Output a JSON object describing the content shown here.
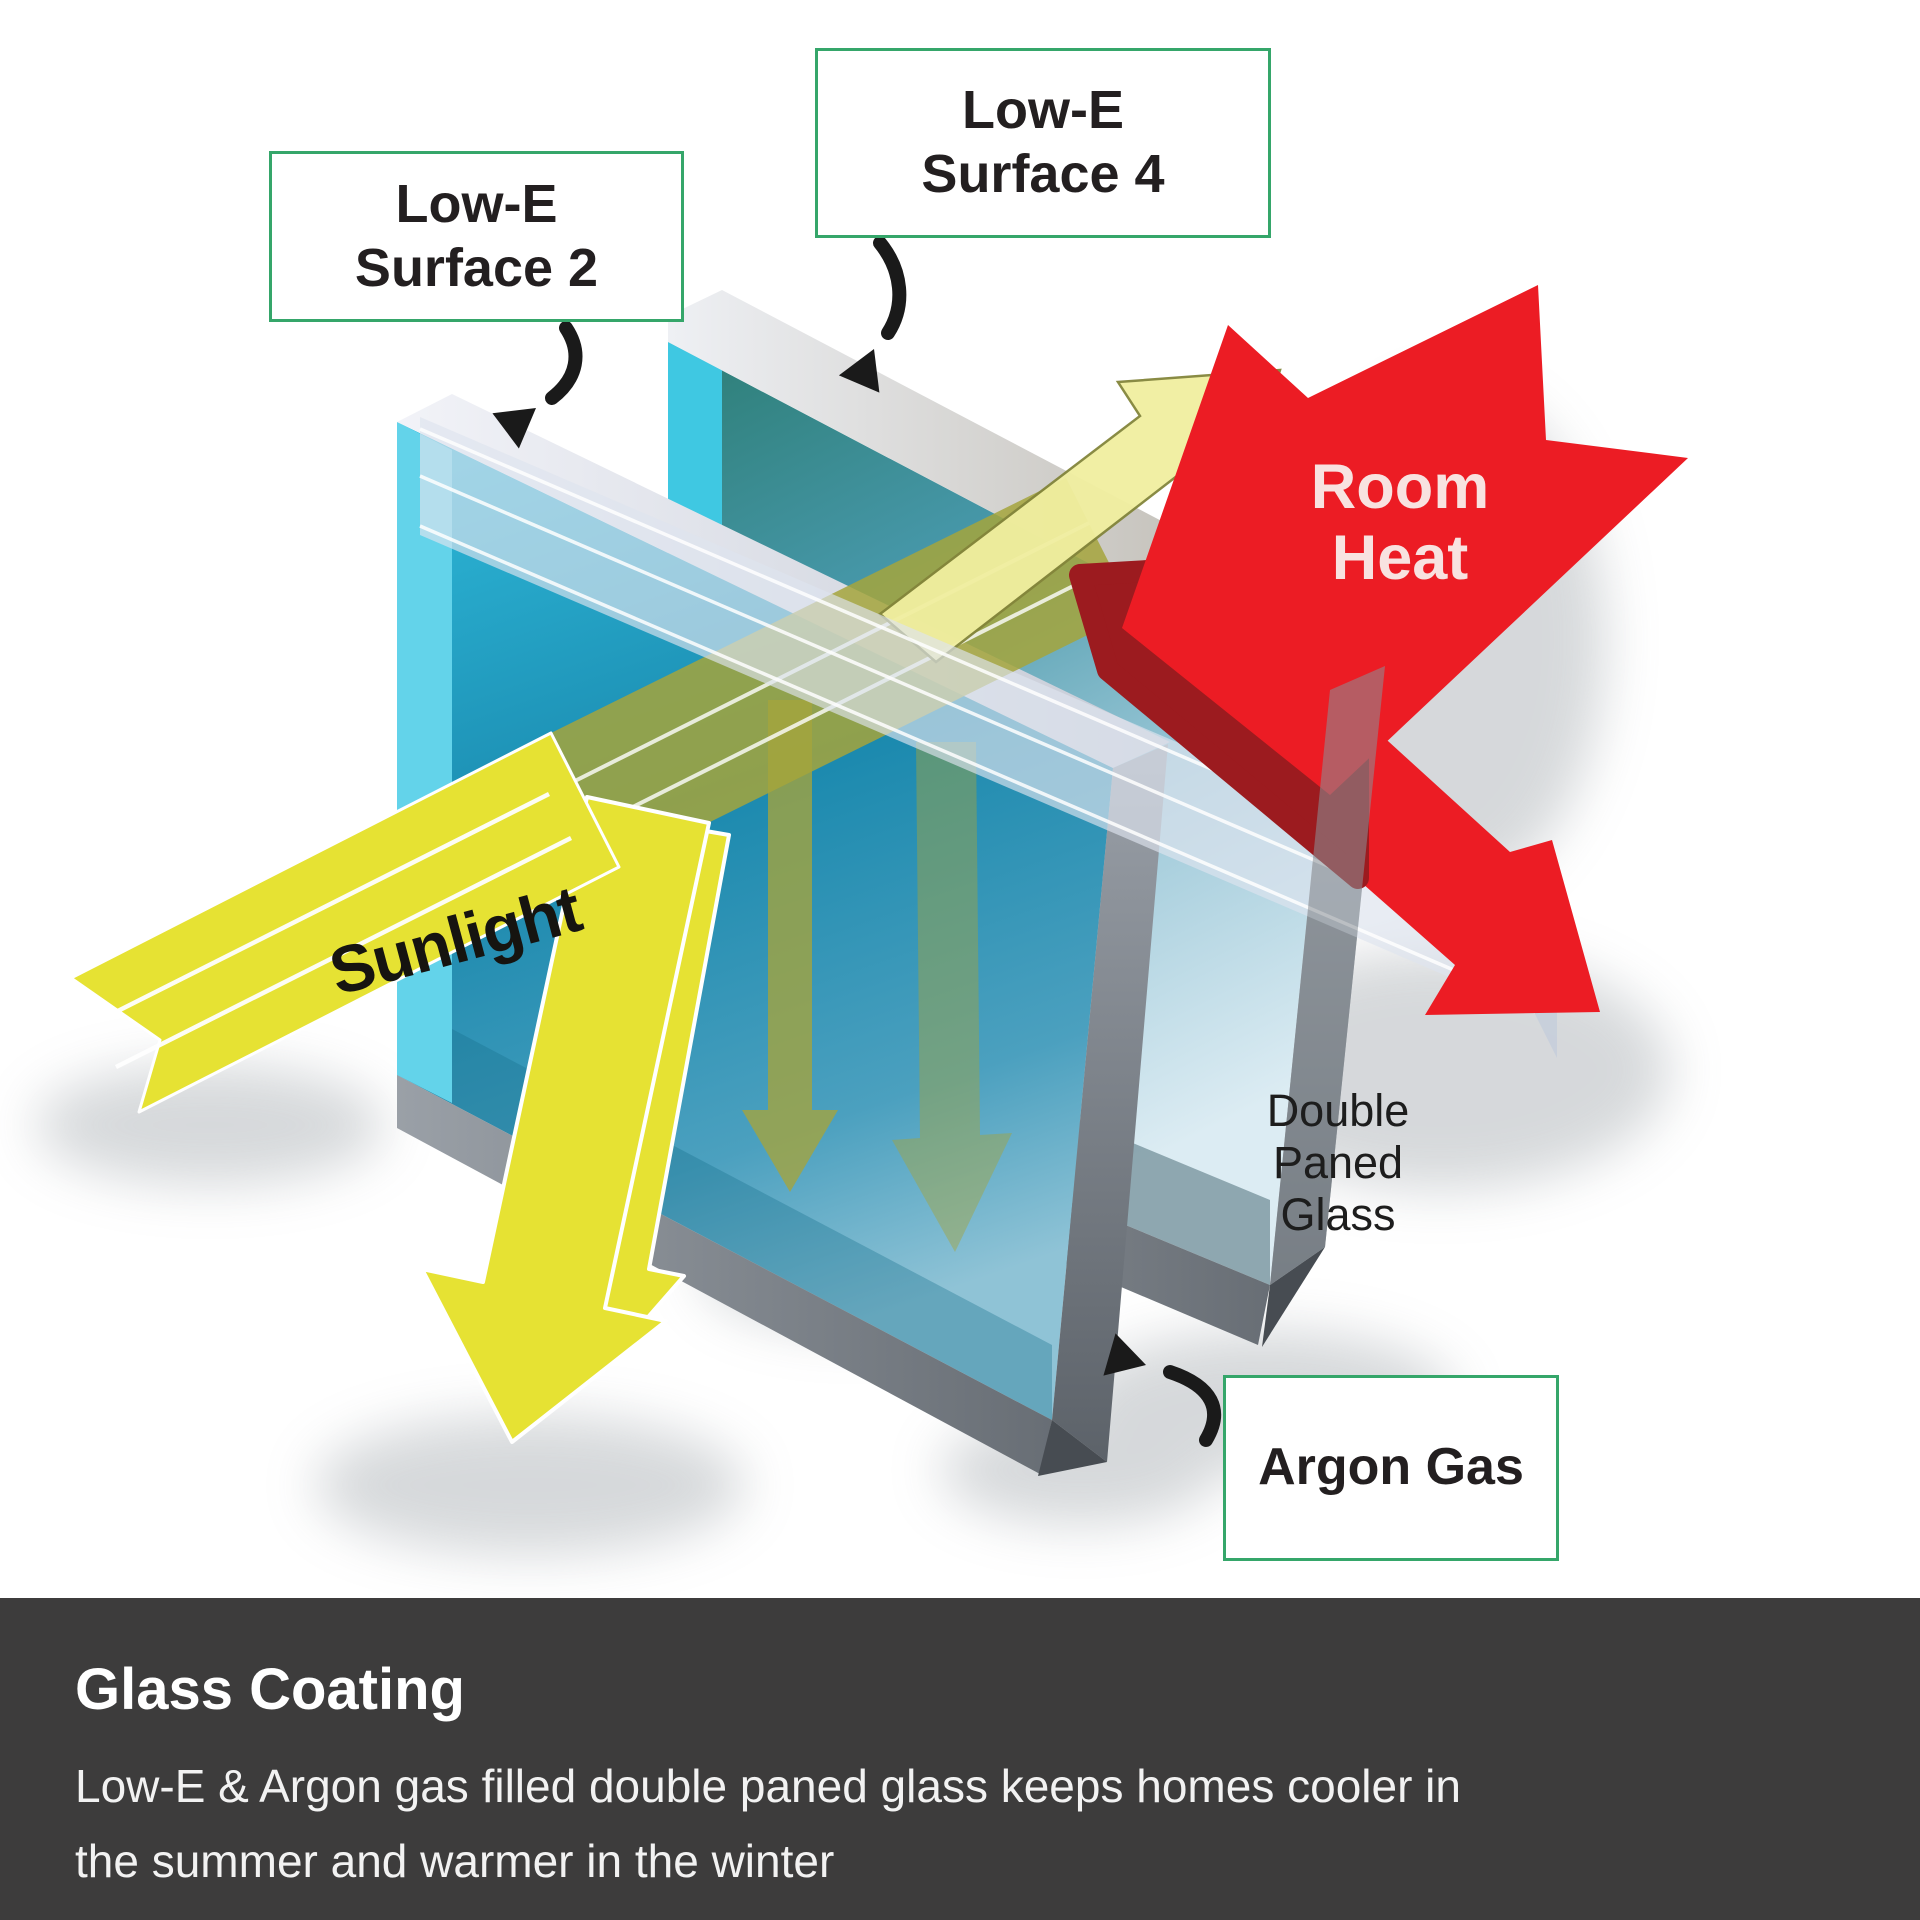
{
  "labels": {
    "surface2": "Low-E\nSurface 2",
    "surface4": "Low-E\nSurface 4",
    "argon": "Argon Gas",
    "double_paned": "Double\nPaned\nGlass",
    "sunlight": "Sunlight",
    "room_heat": "Room\nHeat"
  },
  "footer": {
    "title": "Glass Coating",
    "description": "Low-E & Argon gas filled double paned glass keeps homes cooler in the summer and warmer in the winter",
    "background": "#3d3c3c"
  },
  "colors": {
    "label_border": "#35a66a",
    "label_text": "#231f20",
    "sunlight_yellow": "#e6e233",
    "olive": "#a5a43c",
    "pale_yellow": "#f1efa0",
    "heat_red": "#ec1c24",
    "dark_red": "#9c1b1f",
    "pink": "#f3c1ba",
    "pane_cyan_edge": "#63d3ea",
    "pane2_cyan_edge": "#3fc8e2",
    "glass_band": "#dde4ee",
    "arrow_black": "#1a1a1a",
    "dark_wedge": "#474c52"
  },
  "icons": {
    "surface2_pointer": "curved-arrow-down-icon",
    "surface4_pointer": "curved-arrow-down-icon",
    "argon_pointer": "curved-arrow-up-left-icon",
    "sun_ray": "thick-arrow-icon",
    "heat_ray": "thick-arrow-icon"
  }
}
